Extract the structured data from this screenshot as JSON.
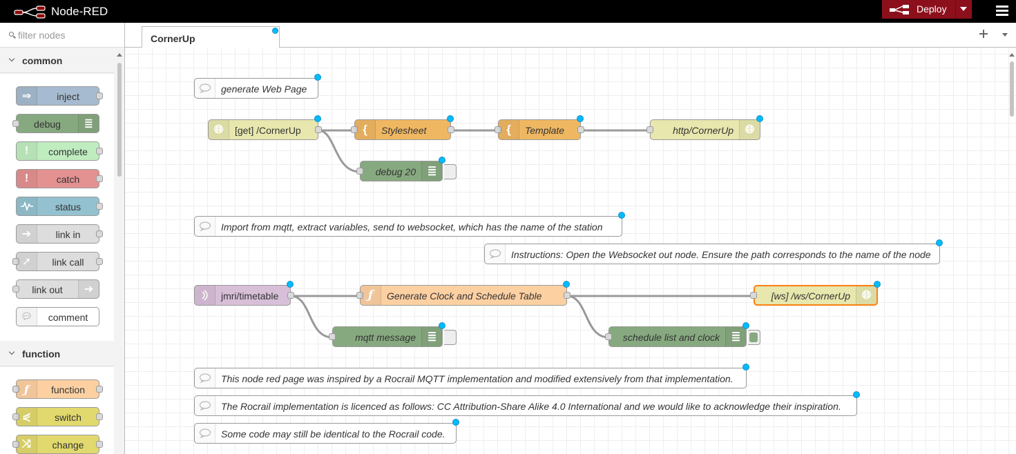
{
  "app": {
    "title": "Node-RED",
    "deploy_label": "Deploy"
  },
  "palette": {
    "search_placeholder": "filter nodes",
    "categories": [
      {
        "label": "common",
        "nodes": [
          {
            "label": "inject",
            "color": "#a6bbcf",
            "icon": "arrow-in-icon"
          },
          {
            "label": "debug",
            "color": "#87a980",
            "icon": "list-icon"
          },
          {
            "label": "complete",
            "color": "#c0edc0",
            "icon": "exclamation-icon"
          },
          {
            "label": "catch",
            "color": "#e49191",
            "icon": "exclamation-icon"
          },
          {
            "label": "status",
            "color": "#94c1d0",
            "icon": "pulse-icon"
          },
          {
            "label": "link in",
            "color": "#dddddd",
            "icon": "link-in-icon"
          },
          {
            "label": "link call",
            "color": "#dddddd",
            "icon": "link-call-icon"
          },
          {
            "label": "link out",
            "color": "#dddddd",
            "icon": "link-out-icon"
          },
          {
            "label": "comment",
            "color": "#ffffff",
            "icon": "comment-icon"
          }
        ]
      },
      {
        "label": "function",
        "nodes": [
          {
            "label": "function",
            "color": "#fdd0a2",
            "icon": "function-icon"
          },
          {
            "label": "switch",
            "color": "#e2d96e",
            "icon": "switch-icon"
          },
          {
            "label": "change",
            "color": "#e2d96e",
            "icon": "shuffle-icon"
          }
        ]
      }
    ]
  },
  "tabs": [
    {
      "label": "CornerUp"
    }
  ],
  "flow": {
    "nodes": [
      {
        "label": "generate Web Page",
        "type": "comment",
        "color": "#ffffff"
      },
      {
        "label": "[get] /CornerUp",
        "type": "http in",
        "color": "#e7e7ae",
        "icon": "globe-icon"
      },
      {
        "label": "Stylesheet",
        "type": "template",
        "color": "#f0b762",
        "icon": "brace-icon"
      },
      {
        "label": "Template",
        "type": "template",
        "color": "#f0b762",
        "icon": "brace-icon"
      },
      {
        "label": "http/CornerUp",
        "type": "http response",
        "color": "#e7e7ae",
        "icon": "globe-icon"
      },
      {
        "label": "debug 20",
        "type": "debug",
        "color": "#87a980",
        "icon": "list-icon"
      },
      {
        "label": "Import from mqtt, extract variables, send to websocket, which has the name of the station",
        "type": "comment",
        "color": "#ffffff"
      },
      {
        "label": "Instructions: Open the Websocket out node. Ensure the path corresponds to the name of the node",
        "type": "comment",
        "color": "#ffffff"
      },
      {
        "label": "jmri/timetable",
        "type": "mqtt in",
        "color": "#d8bfd8",
        "icon": "mqtt-icon"
      },
      {
        "label": "Generate Clock and Schedule Table",
        "type": "function",
        "color": "#fdd0a2",
        "icon": "function-icon"
      },
      {
        "label": "[ws] /ws/CornerUp",
        "type": "websocket out",
        "color": "#e7e7ae",
        "icon": "globe-icon"
      },
      {
        "label": "mqtt message",
        "type": "debug",
        "color": "#87a980",
        "icon": "list-icon"
      },
      {
        "label": "schedule list and clock",
        "type": "debug",
        "color": "#87a980",
        "icon": "list-icon"
      },
      {
        "label": "This node red page was inspired by a Rocrail MQTT implementation and modified extensively from that implementation.",
        "type": "comment",
        "color": "#ffffff"
      },
      {
        "label": "The Rocrail implementation is licenced as follows: CC Attribution-Share Alike 4.0 International and we would like to acknowledge their inspiration.",
        "type": "comment",
        "color": "#ffffff"
      },
      {
        "label": "Some code may still be identical to the Rocrail code.",
        "type": "comment",
        "color": "#ffffff"
      }
    ]
  },
  "colors": {
    "header": "#000000",
    "deploy": "#8c101c",
    "changed_dot": "#00bcff",
    "selected_border": "#ff7f0e",
    "wire": "#999999"
  }
}
